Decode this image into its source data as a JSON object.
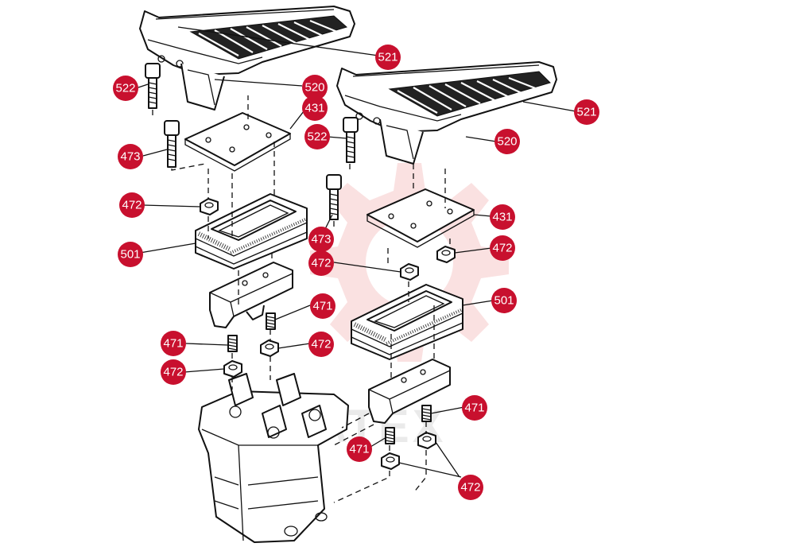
{
  "colors": {
    "callout": "#c8102e",
    "callout_text": "#ffffff",
    "watermark": "#f6c9c9",
    "watermark_text": "#dadada",
    "line": "#111111"
  },
  "watermark": {
    "text": "ATEX"
  },
  "callouts": {
    "c521_left": "521",
    "c520_left": "520",
    "c522_left": "522",
    "c431_left": "431",
    "c473_left": "473",
    "c472_left_nut": "472",
    "c501_left": "501",
    "c471_left_a": "471",
    "c471_left_b": "471",
    "c472_left_a": "472",
    "c472_left_b": "472",
    "c521_right": "521",
    "c520_right": "520",
    "c522_right": "522",
    "c473_right": "473",
    "c431_right": "431",
    "c472_right_a": "472",
    "c472_right_b": "472",
    "c501_right": "501",
    "c471_right_a": "471",
    "c471_right_b": "471",
    "c472_right_bottom": "472"
  }
}
